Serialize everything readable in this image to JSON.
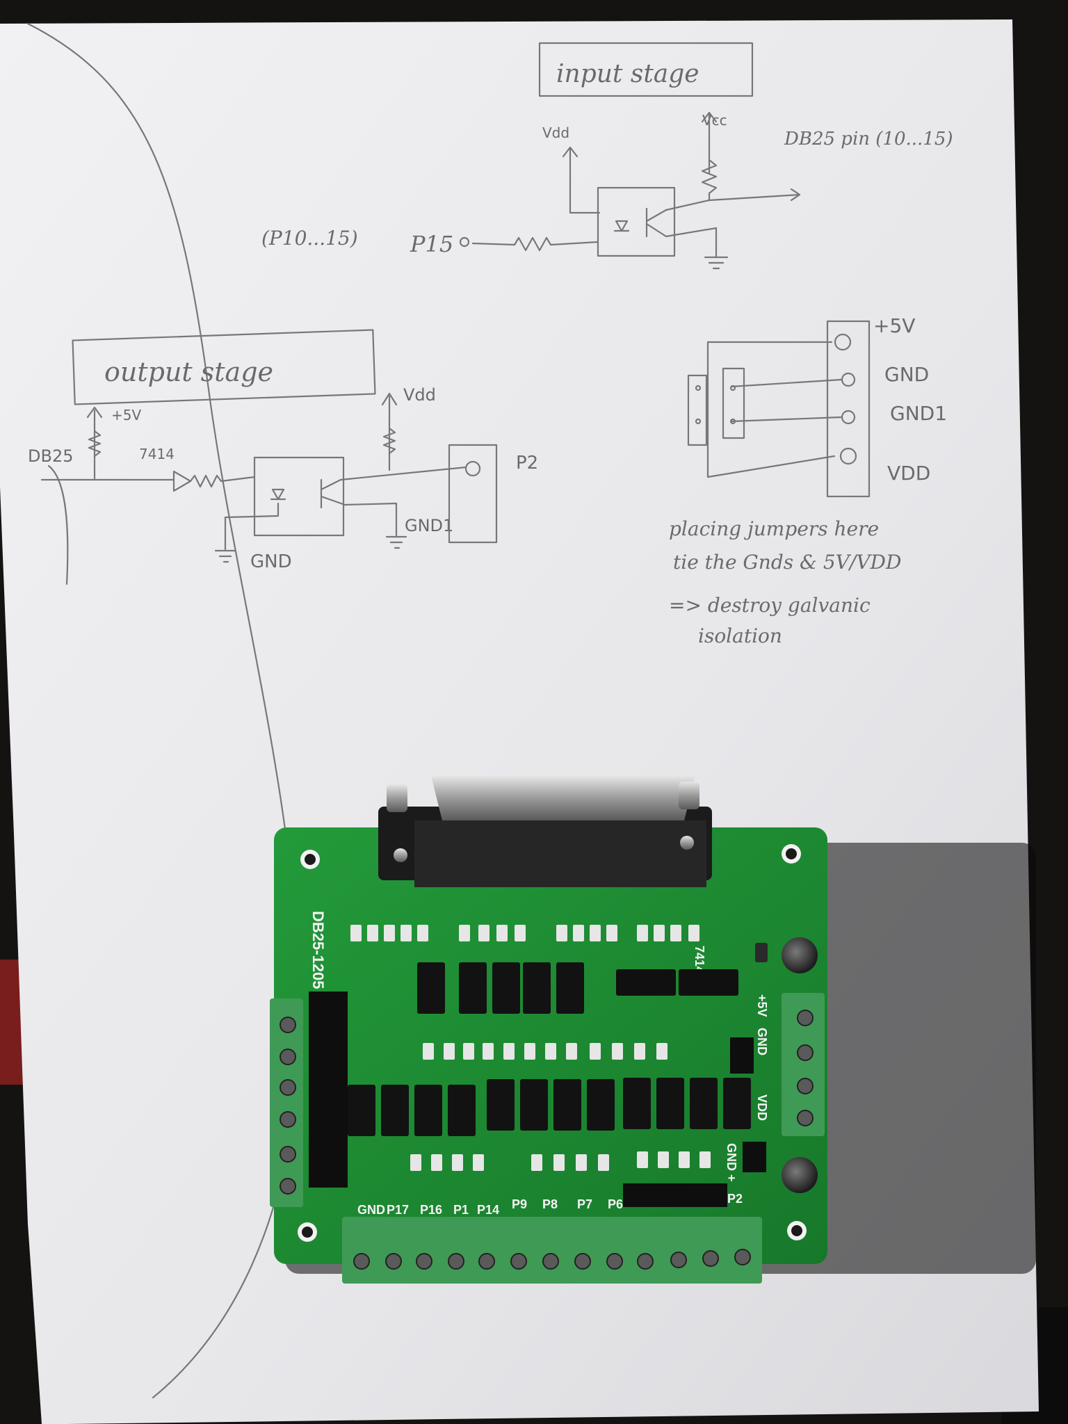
{
  "photo": {
    "paper_color": "#ebebed",
    "pcb_color": "#1e8a32",
    "terminal_color": "#3f9a55",
    "pencil_color": "#707070"
  },
  "sketch": {
    "input_stage": {
      "box_label": "input stage",
      "vdd": "Vdd",
      "vcc": "Vcc",
      "db25_note": "DB25 pin (10...15)",
      "pin_range": "(P10...15)",
      "pin": "P15"
    },
    "output_stage": {
      "box_label": "output stage",
      "plus5": "+5V",
      "db25": "DB25",
      "chip": "7414",
      "vdd": "Vdd",
      "p2": "P2",
      "gnd": "GND",
      "gnd1": "GND1"
    },
    "connector": {
      "labels": [
        "+5V",
        "GND",
        "GND1",
        "VDD"
      ]
    },
    "note": {
      "lines": [
        "placing jumpers here",
        "tie the Gnds & 5V/VDD",
        "=> destroy galvanic",
        "isolation"
      ]
    }
  },
  "board": {
    "model": "DB25-1205",
    "chip_label": "7414",
    "side_labels": [
      "+5V",
      "GND",
      "VDD",
      "GND +"
    ],
    "bottom_labels": [
      "GND",
      "P17",
      "P16",
      "P1",
      "P14",
      "P9",
      "P8",
      "P7",
      "P6",
      "P2"
    ]
  }
}
